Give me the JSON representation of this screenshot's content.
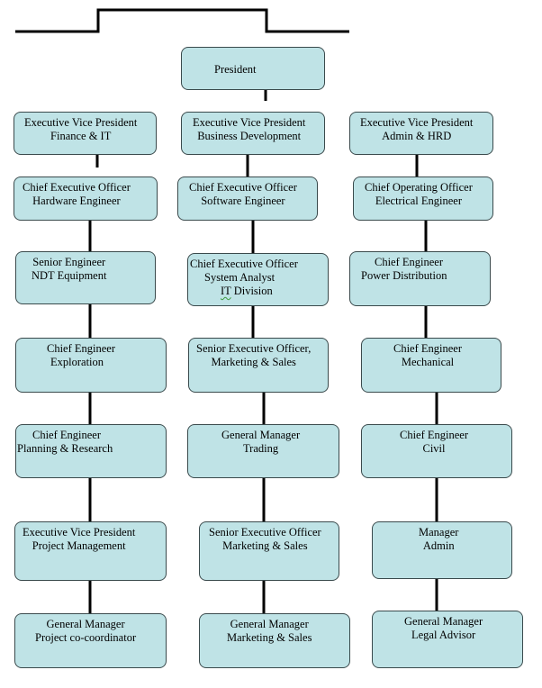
{
  "boxes": {
    "president": {
      "lines": [
        "President"
      ]
    },
    "evp_finance": {
      "lines": [
        "Executive Vice President",
        "Finance & IT"
      ]
    },
    "evp_business": {
      "lines": [
        "Executive Vice President",
        "Business Development"
      ]
    },
    "evp_admin": {
      "lines": [
        "Executive Vice President",
        "Admin & HRD"
      ]
    },
    "ceo_hardware": {
      "lines": [
        "Chief Executive Officer",
        "Hardware Engineer"
      ]
    },
    "ceo_software": {
      "lines": [
        "Chief Executive Officer",
        "Software Engineer"
      ]
    },
    "coo_electrical": {
      "lines": [
        "Chief Operating Officer",
        "Electrical Engineer"
      ]
    },
    "se_ndt": {
      "lines": [
        "Senior Engineer",
        "NDT Equipment"
      ]
    },
    "ceo_system": {
      "lines": [
        "Chief Executive Officer",
        "System Analyst",
        "IT",
        "Division"
      ]
    },
    "ce_power": {
      "lines": [
        "Chief Engineer",
        "Power Distribution"
      ]
    },
    "ce_exploration": {
      "lines": [
        "Chief Engineer",
        "Exploration"
      ]
    },
    "seo_marketing1": {
      "lines": [
        "Senior Executive Officer,",
        "Marketing & Sales"
      ]
    },
    "ce_mechanical": {
      "lines": [
        "Chief Engineer",
        "Mechanical"
      ]
    },
    "ce_planning": {
      "lines": [
        "Chief Engineer",
        "Planning & Research"
      ]
    },
    "gm_trading": {
      "lines": [
        "General Manager",
        "Trading"
      ]
    },
    "ce_civil": {
      "lines": [
        "Chief Engineer",
        "Civil"
      ]
    },
    "evp_project": {
      "lines": [
        "Executive Vice President",
        "Project Management"
      ]
    },
    "seo_marketing2": {
      "lines": [
        "Senior Executive Officer",
        "Marketing & Sales"
      ]
    },
    "mgr_admin": {
      "lines": [
        "Manager",
        "Admin"
      ]
    },
    "gm_project": {
      "lines": [
        "General Manager",
        "Project co-coordinator"
      ]
    },
    "gm_marketing": {
      "lines": [
        "General Manager",
        "Marketing & Sales"
      ]
    },
    "gm_legal": {
      "lines": [
        "General Manager",
        "Legal Advisor"
      ]
    }
  }
}
